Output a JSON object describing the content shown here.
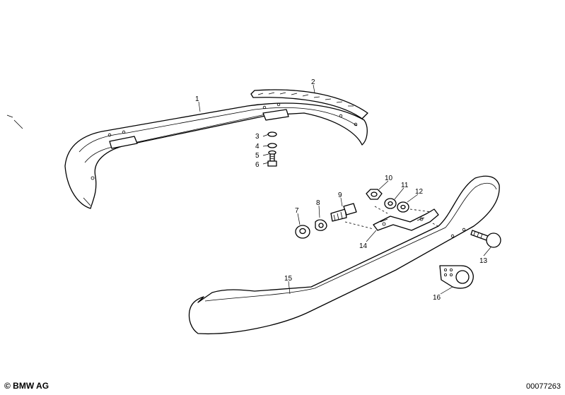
{
  "callouts": [
    "1",
    "2",
    "3",
    "4",
    "5",
    "6",
    "7",
    "8",
    "9",
    "10",
    "11",
    "12",
    "13",
    "14",
    "15",
    "16"
  ],
  "footer": {
    "copyright": "© BMW AG",
    "image_number": "00077263"
  }
}
